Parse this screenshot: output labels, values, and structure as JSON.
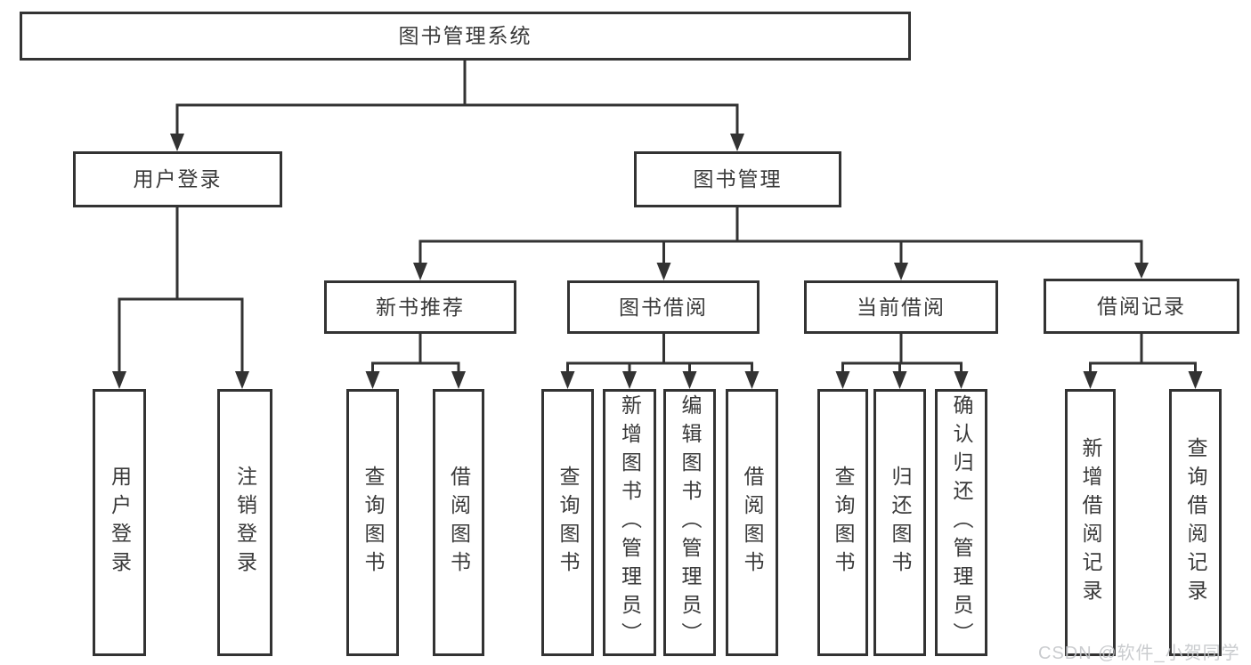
{
  "colors": {
    "line": "#333333",
    "box-border": "#333333",
    "text": "#3a3a3a",
    "watermark": "#c5c7ca",
    "background": "#ffffff"
  },
  "tree": {
    "root": "图书管理系统",
    "login": {
      "label": "用户登录",
      "children": [
        "用户登录",
        "注销登录"
      ]
    },
    "management": {
      "label": "图书管理",
      "branches": [
        {
          "label": "新书推荐",
          "children": [
            "查询图书",
            "借阅图书"
          ]
        },
        {
          "label": "图书借阅",
          "children": [
            "查询图书",
            "新增图书（管理员）",
            "编辑图书（管理员）",
            "借阅图书"
          ]
        },
        {
          "label": "当前借阅",
          "children": [
            "查询图书",
            "归还图书",
            "确认归还（管理员）"
          ]
        },
        {
          "label": "借阅记录",
          "children": [
            "新增借阅记录",
            "查询借阅记录"
          ]
        }
      ]
    }
  },
  "watermark": {
    "text": "CSDN @软件_小贺同学"
  }
}
